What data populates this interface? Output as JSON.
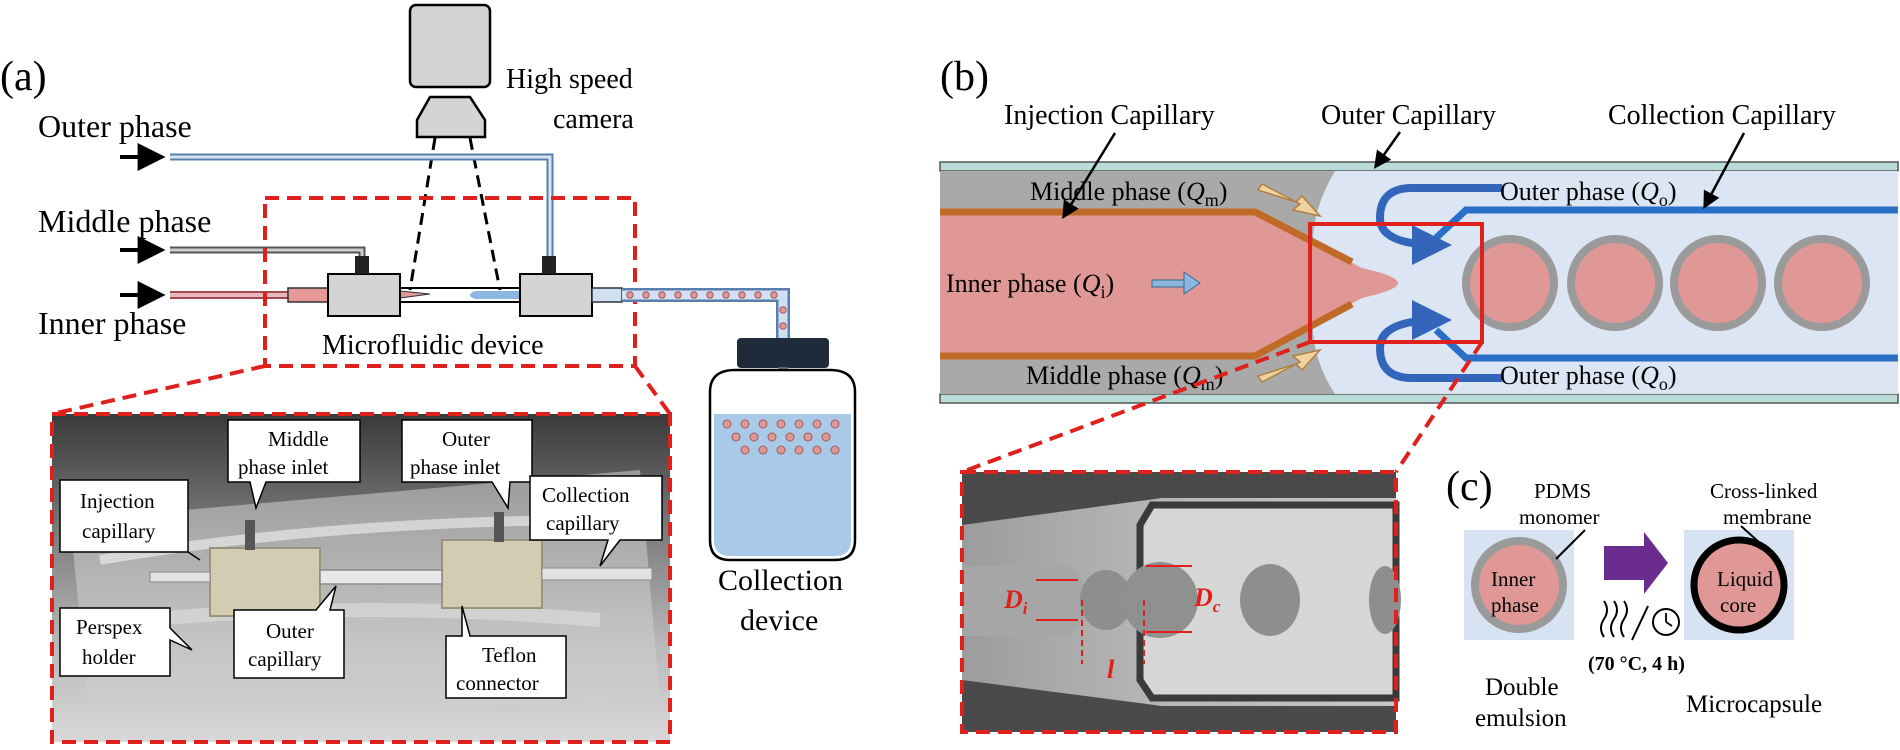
{
  "panel_a": {
    "label": "(a)",
    "camera_label_1": "High speed",
    "camera_label_2": "camera",
    "outer_phase": "Outer phase",
    "middle_phase": "Middle phase",
    "inner_phase": "Inner phase",
    "device_label": "Microfluidic device",
    "collection_label_1": "Collection",
    "collection_label_2": "device",
    "photo_callouts": {
      "middle_inlet_1": "Middle",
      "middle_inlet_2": "phase inlet",
      "outer_inlet_1": "Outer",
      "outer_inlet_2": "phase inlet",
      "injection_1": "Injection",
      "injection_2": "capillary",
      "collection_1": "Collection",
      "collection_2": "capillary",
      "perspex_1": "Perspex",
      "perspex_2": "holder",
      "outer_cap_1": "Outer",
      "outer_cap_2": "capillary",
      "teflon_1": "Teflon",
      "teflon_2": "connector"
    }
  },
  "panel_b": {
    "label": "(b)",
    "injection_capillary": "Injection Capillary",
    "outer_capillary": "Outer Capillary",
    "collection_capillary": "Collection Capillary",
    "middle_phase_top": "Middle phase (",
    "middle_phase_bottom": "Middle phase (",
    "q_m": "Q",
    "q_m_sub": "m",
    "inner_phase": "Inner phase (",
    "q_i": "Q",
    "q_i_sub": "i",
    "outer_phase_top": "Outer phase (",
    "outer_phase_bottom": "Outer phase (",
    "q_o": "Q",
    "q_o_sub": "o",
    "close_paren": ")",
    "micro_labels": {
      "d_i": "D",
      "d_i_sub": "i",
      "d_c": "D",
      "d_c_sub": "c",
      "l": "l"
    }
  },
  "panel_c": {
    "label": "(c)",
    "pdms_1": "PDMS",
    "pdms_2": "monomer",
    "crosslinked_1": "Cross-linked",
    "crosslinked_2": "membrane",
    "inner_1": "Inner",
    "inner_2": "phase",
    "liquid_1": "Liquid",
    "liquid_2": "core",
    "condition": "(70 °C, 4 h)",
    "double_1": "Double",
    "double_2": "emulsion",
    "microcapsule": "Microcapsule"
  }
}
